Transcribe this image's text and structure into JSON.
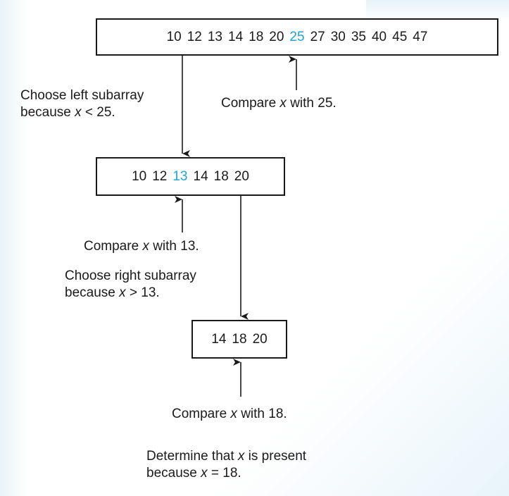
{
  "arrays": {
    "top": {
      "values": [
        "10",
        "12",
        "13",
        "14",
        "18",
        "20",
        "25",
        "27",
        "30",
        "35",
        "40",
        "45",
        "47"
      ],
      "highlight_index": 6
    },
    "middle": {
      "values": [
        "10",
        "12",
        "13",
        "14",
        "18",
        "20"
      ],
      "highlight_index": 2
    },
    "bottom": {
      "values": [
        "14",
        "18",
        "20"
      ],
      "highlight_index": -1
    }
  },
  "annotations": {
    "compare_25": {
      "pre": "Compare ",
      "var": "x",
      "post": " with 25."
    },
    "choose_left": {
      "line1": "Choose left subarray",
      "line2_pre": "because ",
      "line2_var": "x",
      "line2_post": " < 25."
    },
    "compare_13": {
      "pre": "Compare ",
      "var": "x",
      "post": " with 13."
    },
    "choose_right": {
      "line1": "Choose right subarray",
      "line2_pre": "because ",
      "line2_var": "x",
      "line2_post": " > 13."
    },
    "compare_18": {
      "pre": "Compare ",
      "var": "x",
      "post": " with 18."
    },
    "determine": {
      "line1_pre": "Determine that ",
      "line1_var": "x",
      "line1_post": " is present",
      "line2_pre": "because ",
      "line2_var": "x",
      "line2_post": " = 18."
    }
  },
  "colors": {
    "highlight": "#1aa3dc",
    "ink": "#1a1a1a"
  }
}
